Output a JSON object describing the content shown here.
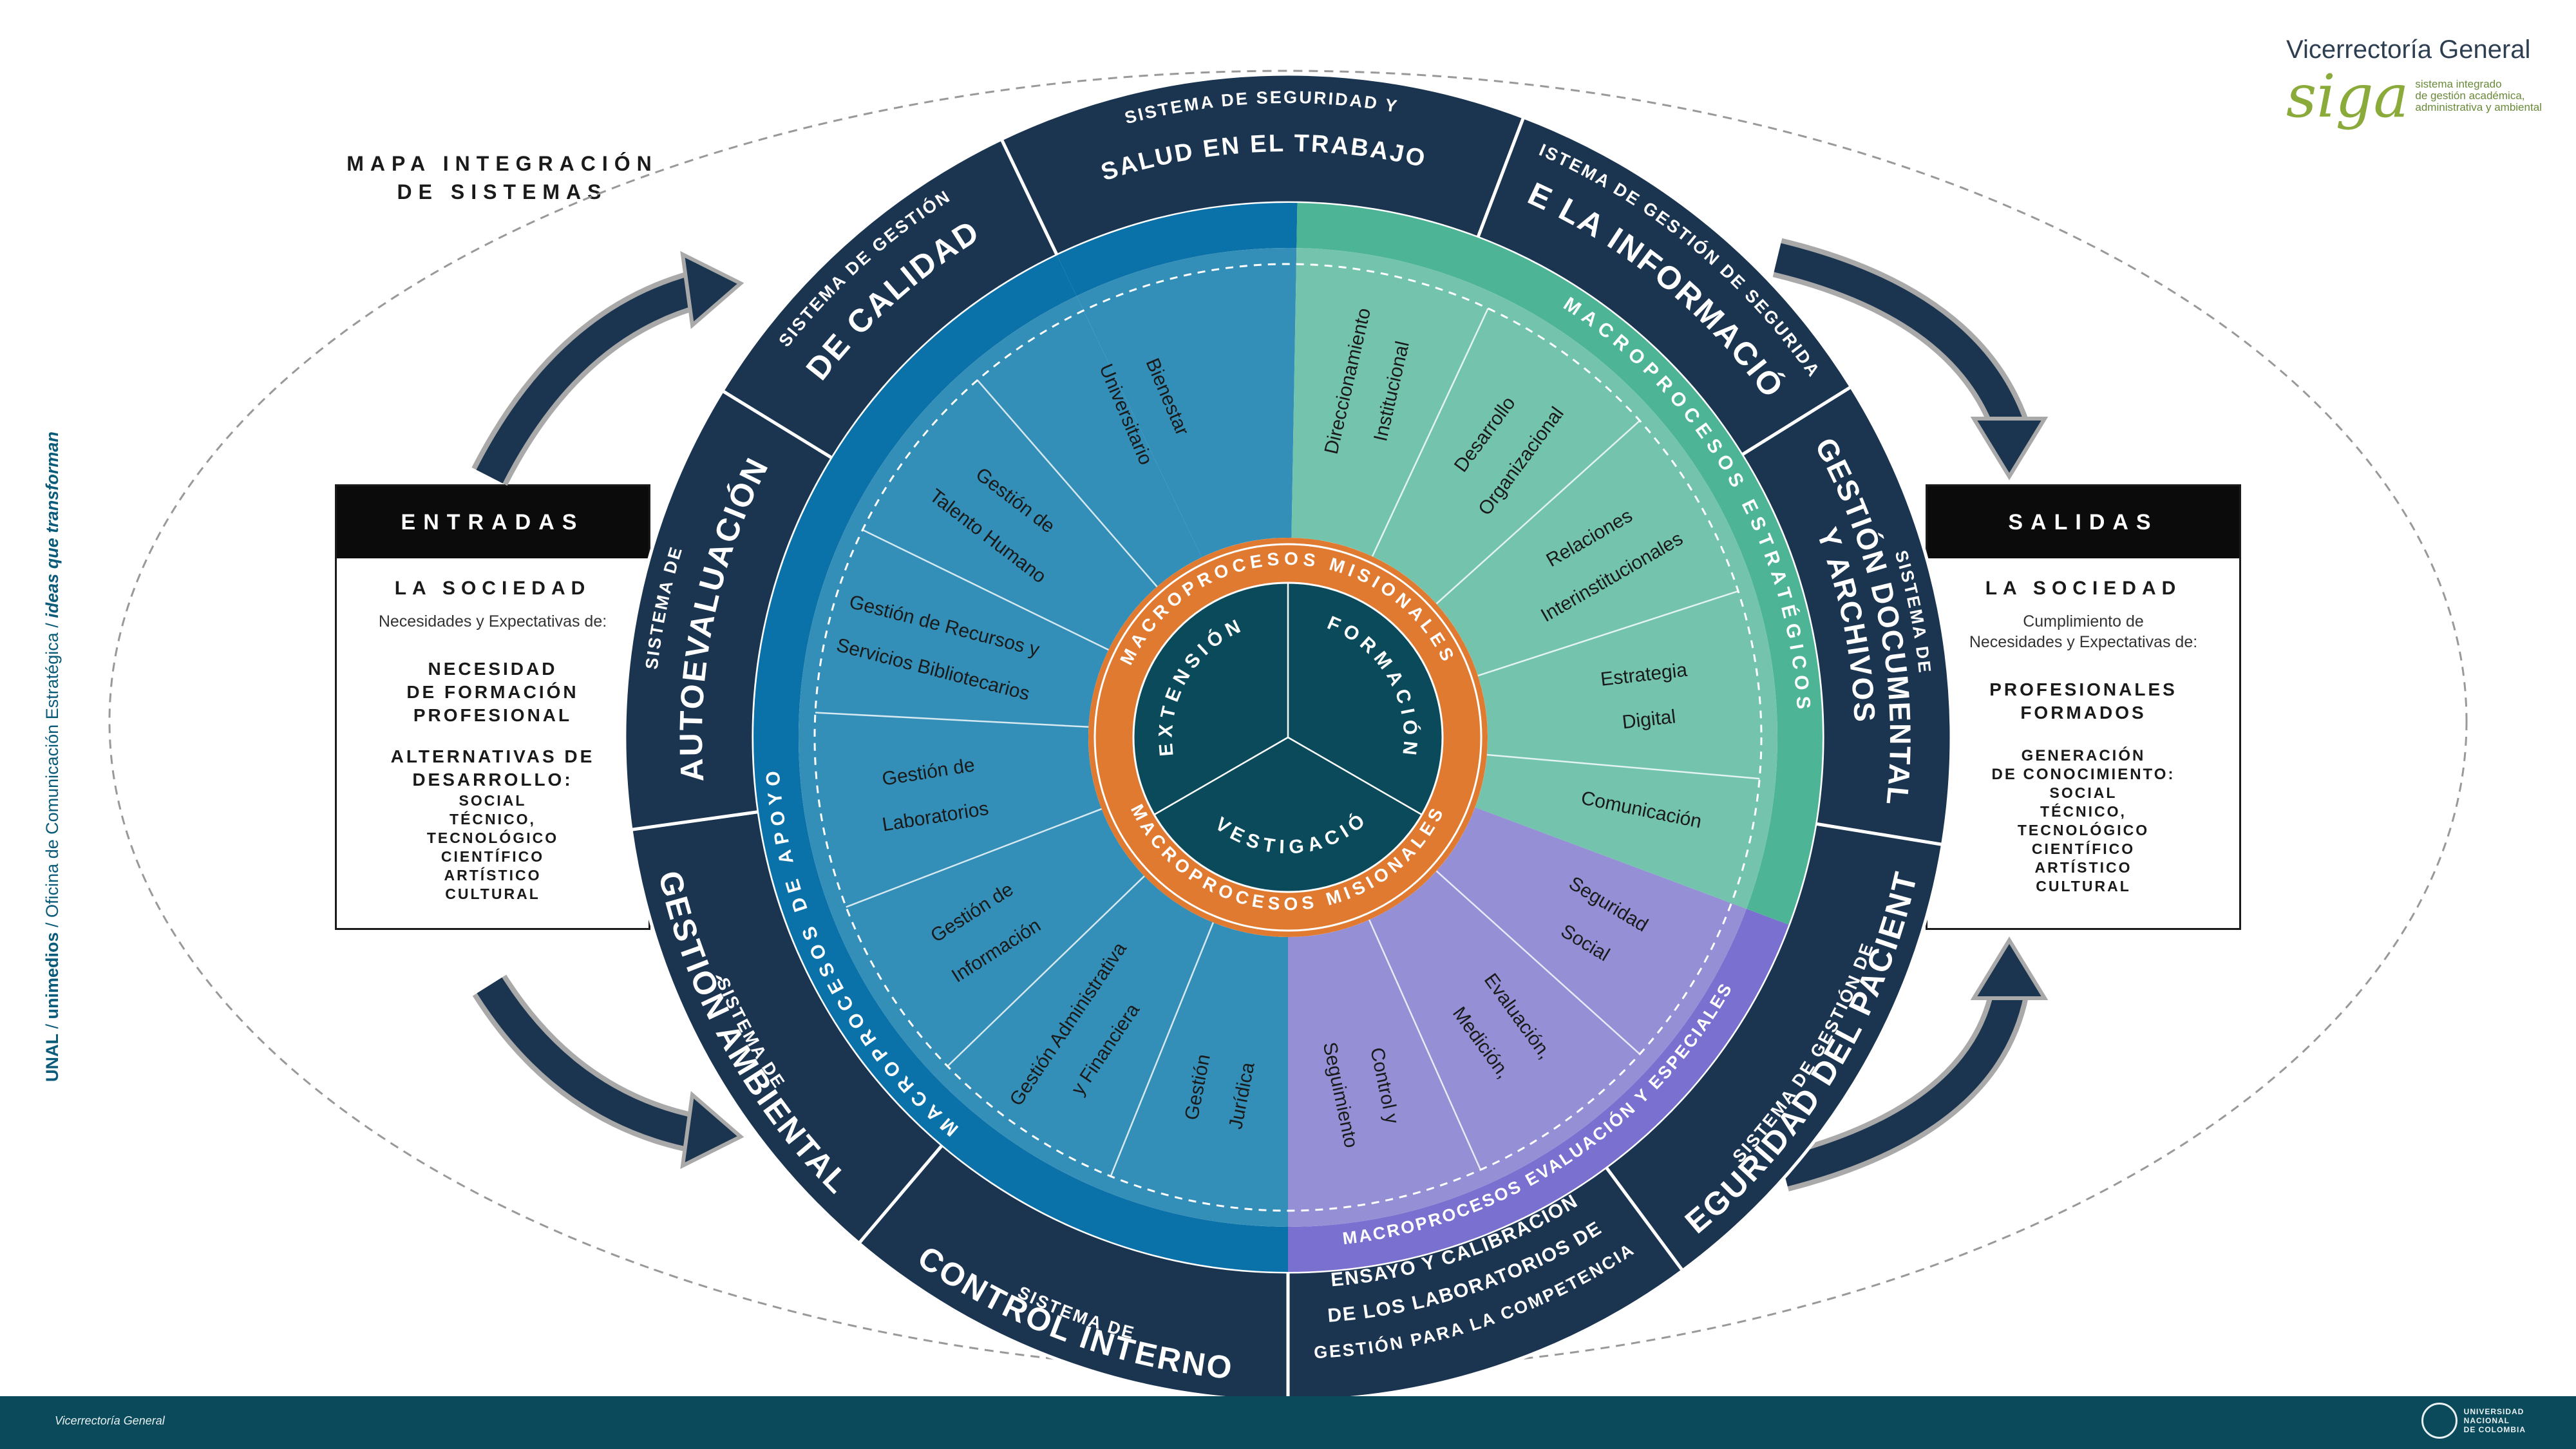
{
  "colors": {
    "navy": "#1b3550",
    "support": "#338fb8",
    "support_band": "#0a72a8",
    "strategic": "#74c4ad",
    "strategic_band": "#4db596",
    "evaluation": "#9590d6",
    "evaluation_band": "#7a70cf",
    "misional_ring": "#e07a30",
    "center": "#0a4a5a",
    "footer": "#0a4a5a",
    "logo_green": "#8aaa3a"
  },
  "title": "MAPA INTEGRACIÓN DE SISTEMAS",
  "logo": {
    "title": "Vicerrectoría General",
    "mark": "siga",
    "desc": [
      "sistema integrado",
      "de gestión académica,",
      "administrativa y ambiental"
    ]
  },
  "side_text": {
    "bold1": "UNAL",
    "sep1": " / ",
    "bold2": "unimedios",
    "rest": " / Oficina de Comunicación Estratégica / ",
    "italic": "ideas que transforman"
  },
  "footer": {
    "left": "Vicerrectoría General",
    "right": [
      "UNIVERSIDAD",
      "NACIONAL",
      "DE COLOMBIA"
    ]
  },
  "entradas": {
    "header": "ENTRADAS",
    "society": "LA SOCIEDAD",
    "subtitle": "Necesidades y Expectativas de:",
    "need": [
      "NECESIDAD",
      "DE FORMACIÓN",
      "PROFESIONAL"
    ],
    "alt": [
      "ALTERNATIVAS DE",
      "DESARROLLO:"
    ],
    "items": [
      "SOCIAL",
      "TÉCNICO,",
      "TECNOLÓGICO",
      "CIENTÍFICO",
      "ARTÍSTICO",
      "CULTURAL"
    ]
  },
  "salidas": {
    "header": "SALIDAS",
    "society": "LA SOCIEDAD",
    "subtitle": [
      "Cumplimiento de",
      "Necesidades y Expectativas de:"
    ],
    "pro": [
      "PROFESIONALES",
      "FORMADOS"
    ],
    "gen": [
      "GENERACIÓN",
      "DE CONOCIMIENTO:"
    ],
    "items": [
      "SOCIAL",
      "TÉCNICO,",
      "TECNOLÓGICO",
      "CIENTÍFICO",
      "ARTÍSTICO",
      "CULTURAL"
    ]
  },
  "systems": [
    {
      "small": "SISTEMA DE SEGURIDAD Y",
      "big": "SALUD EN EL TRABAJO"
    },
    {
      "small": "SISTEMA DE GESTIÓN DE SEGURIDAD",
      "big": "DE LA INFORMACIÓN"
    },
    {
      "small": "SISTEMA DE",
      "big": "GESTIÓN DOCUMENTAL Y ARCHIVOS"
    },
    {
      "small": "SISTEMA DE GESTIÓN DE",
      "big": "SEGURIDAD DEL PACIENTE"
    },
    {
      "small": "GESTIÓN PARA LA COMPETENCIA",
      "big": "DE LOS LABORATORIOS DE ENSAYO Y CALIBRACIÓN"
    },
    {
      "small": "SISTEMA DE",
      "big": "CONTROL INTERNO"
    },
    {
      "small": "SISTEMA DE",
      "big": "GESTIÓN AMBIENTAL"
    },
    {
      "small": "SISTEMA DE",
      "big": "AUTOEVALUACIÓN"
    },
    {
      "small": "SISTEMA DE GESTIÓN",
      "big": "DE CALIDAD"
    }
  ],
  "macro_labels": {
    "strategic": "MACROPROCESOS ESTRATÉGICOS",
    "support": "MACROPROCESOS DE APOYO",
    "evaluation": "MACROPROCESOS EVALUACIÓN Y ESPECIALES",
    "misional": "MACROPROCESOS MISIONALES"
  },
  "strategic_items": [
    [
      "Direccionamiento",
      "Institucional"
    ],
    [
      "Desarrollo",
      "Organizacional"
    ],
    [
      "Relaciones",
      "Interinstitucionales"
    ],
    [
      "Estrategia",
      "Digital"
    ],
    [
      "Comunicación"
    ]
  ],
  "evaluation_items": [
    [
      "Seguridad",
      "Social"
    ],
    [
      "Evaluación,",
      "Medición,"
    ],
    [
      "Control y",
      "Seguimiento"
    ]
  ],
  "support_items": [
    [
      "Gestión",
      "Jurídica"
    ],
    [
      "Gestión Administrativa",
      "y Financiera"
    ],
    [
      "Gestión de",
      "Información"
    ],
    [
      "Gestión de",
      "Laboratorios"
    ],
    [
      "Gestión de Recursos y",
      "Servicios Bibliotecarios"
    ],
    [
      "Gestión de",
      "Talento Humano"
    ],
    [
      "Bienestar",
      "Universitario"
    ]
  ],
  "center_items": [
    "FORMACIÓN",
    "INVESTIGACIÓN",
    "EXTENSIÓN"
  ]
}
